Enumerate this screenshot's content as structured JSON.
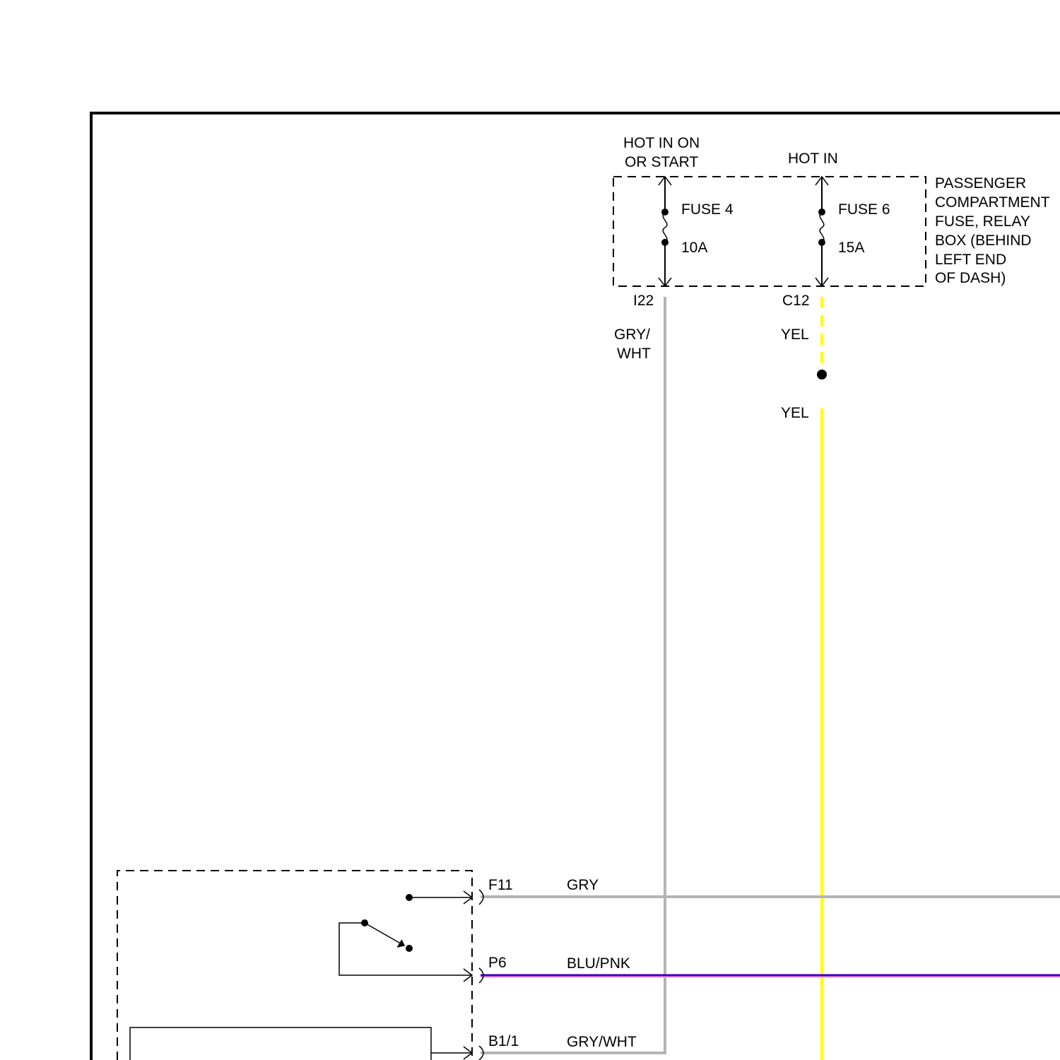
{
  "power_labels": {
    "fuse4_line1": "HOT IN ON",
    "fuse4_line2": "OR START",
    "fuse6": "HOT IN"
  },
  "fuse_box": {
    "name_lines": [
      "PASSENGER",
      "COMPARTMENT",
      "FUSE, RELAY",
      "BOX (BEHIND",
      "LEFT END",
      "OF DASH)"
    ],
    "fuses": [
      {
        "name": "FUSE 4",
        "rating": "10A",
        "terminal": "I22"
      },
      {
        "name": "FUSE 6",
        "rating": "15A",
        "terminal": "C12"
      }
    ]
  },
  "wire_labels": {
    "fuse4_out_line1": "GRY/",
    "fuse4_out_line2": "WHT",
    "fuse6_out_upper": "YEL",
    "fuse6_out_lower": "YEL"
  },
  "connectors": [
    {
      "terminal": "F11",
      "wire": "GRY"
    },
    {
      "terminal": "P6",
      "wire": "BLU/PNK"
    },
    {
      "terminal": "B1/1",
      "wire": "GRY/WHT"
    }
  ],
  "colors": {
    "gry": "#b4b4b4",
    "yel": "#ffff00",
    "blu_pnk_main": "#3c00c8",
    "blu_pnk_stripe": "#ff96c8",
    "frame": "#000000"
  }
}
